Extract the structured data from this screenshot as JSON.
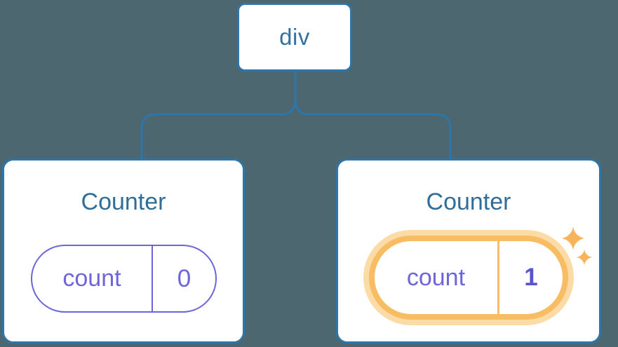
{
  "diagram": {
    "description": "Component tree with isolated state: a div root element with two Counter children, each holding its own count state",
    "root": {
      "label": "div"
    },
    "children": [
      {
        "title": "Counter",
        "state": {
          "key": "count",
          "value": "0"
        },
        "highlighted": false
      },
      {
        "title": "Counter",
        "state": {
          "key": "count",
          "value": "1"
        },
        "highlighted": true
      }
    ]
  },
  "icons": {
    "sparkles": "sparkles-icon"
  },
  "colors": {
    "background": "#4D6770",
    "card_background": "#FFFFFF",
    "node_border": "#2E76A9",
    "connector_line": "#2E76A9",
    "node_text": "#35719E",
    "title_text": "#2E6E99",
    "state_accent": "#6C66DA",
    "state_value_highlight": "#5B53CE",
    "highlight_ring": "#F8BC63",
    "highlight_glow": "#FBDCA7",
    "sparkle": "#F6B45B"
  }
}
